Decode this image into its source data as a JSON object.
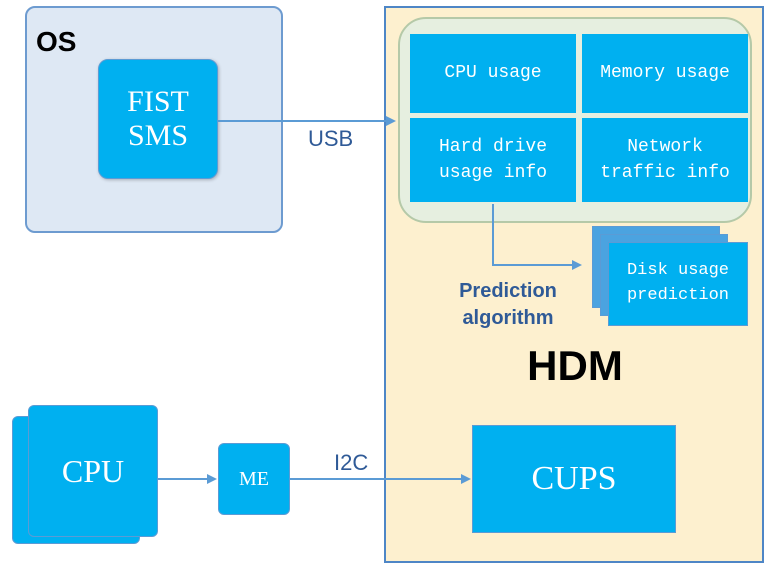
{
  "os": {
    "label": "OS",
    "component_lines": [
      "FIST",
      "SMS"
    ]
  },
  "links": {
    "usb": "USB",
    "i2c": "I2C"
  },
  "hdm": {
    "label": "HDM",
    "metrics": {
      "cpu": "CPU usage",
      "memory": "Memory usage",
      "hard_drive": "Hard drive\nusage info",
      "network": "Network\ntraffic info"
    },
    "prediction_lines": [
      "Prediction",
      "algorithm"
    ],
    "disk_prediction": "Disk usage\nprediction",
    "cups": "CUPS"
  },
  "cpu": {
    "label": "CPU"
  },
  "me": {
    "label": "ME"
  },
  "colors": {
    "block": "#00b0f0",
    "os_bg": "#dee8f4",
    "hdm_bg": "#fdf0cf",
    "arrow": "#5b9bd5",
    "label_blue": "#2f5a97"
  }
}
